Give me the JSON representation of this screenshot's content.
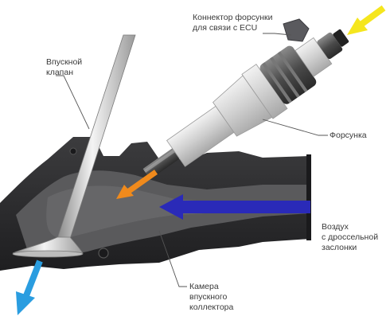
{
  "labels": {
    "connector": [
      "Коннектор форсунки",
      "для связи с ECU"
    ],
    "intake_valve": [
      "Впускной",
      "клапан"
    ],
    "injector": "Форсунка",
    "air": [
      "Воздух",
      "с дроссельной",
      "заслонки"
    ],
    "manifold_chamber": [
      "Камера",
      "впускного",
      "коллектора"
    ]
  },
  "colors": {
    "fuel_arrow": "#f5e61e",
    "spray_arrow": "#f08a1c",
    "air_arrow": "#2a2ab8",
    "exhaust_arrow": "#2a9de0",
    "manifold": "#2e2e30",
    "leader": "#555555"
  }
}
